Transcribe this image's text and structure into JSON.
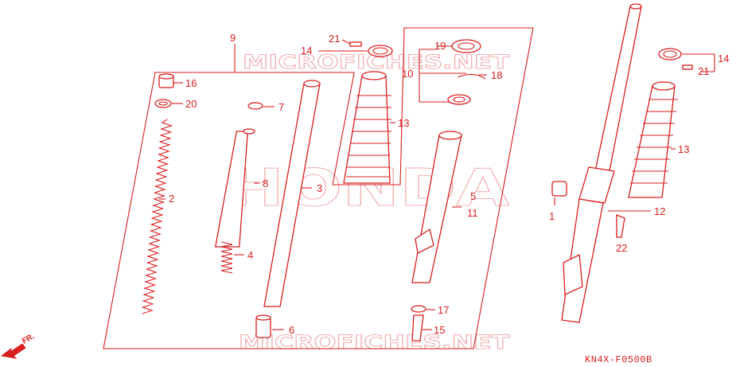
{
  "diagram": {
    "watermarks": {
      "brand": "HONDA",
      "site_top": "MICROFICHES.NET",
      "site_bottom": "MICROFICHES.NET"
    },
    "catalog_code": "KN4X-F0500B",
    "direction_label": "FR.",
    "callouts": {
      "p1": "1",
      "p2": "2",
      "p3": "3",
      "p4": "4",
      "p5": "5",
      "p6": "6",
      "p7": "7",
      "p8": "8",
      "p9": "9",
      "p10": "10",
      "p11": "11",
      "p12": "12",
      "p13a": "13",
      "p13b": "13",
      "p14a": "14",
      "p14b": "14",
      "p15": "15",
      "p16": "16",
      "p17": "17",
      "p18": "18",
      "p19": "19",
      "p20": "20",
      "p21a": "21",
      "p21b": "21",
      "p22": "22"
    },
    "colors": {
      "ink": "#d81e1e",
      "watermark": "#f1b0b0"
    }
  }
}
